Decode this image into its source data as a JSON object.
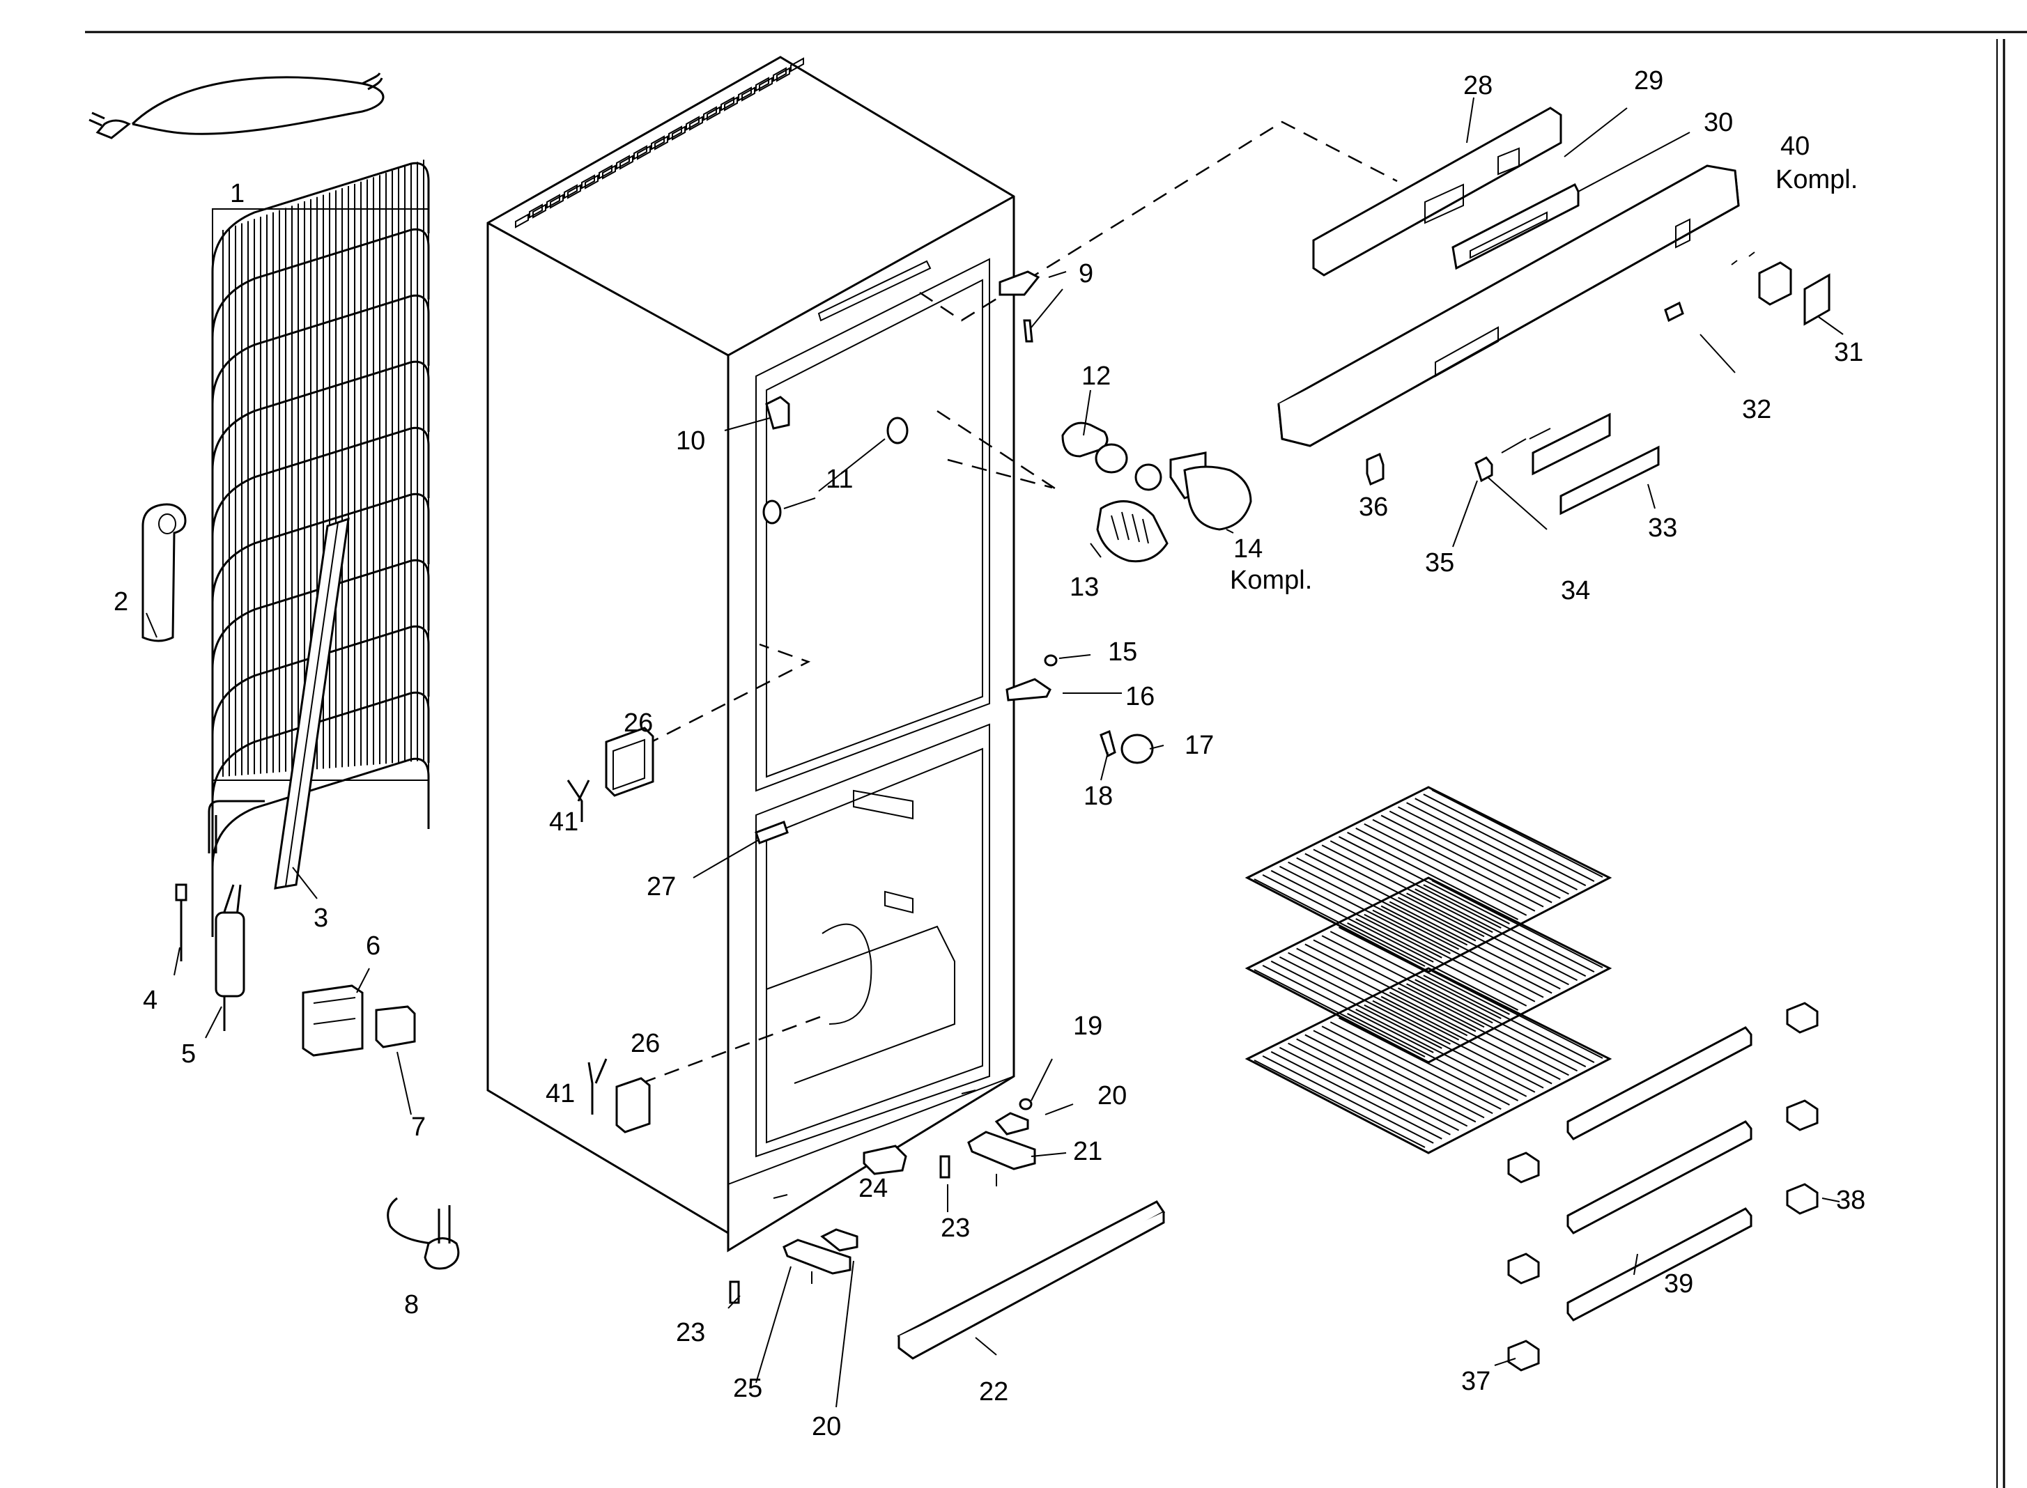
{
  "labels": {
    "p1": "1",
    "p2": "2",
    "p3": "3",
    "p4": "4",
    "p5": "5",
    "p6": "6",
    "p7": "7",
    "p8": "8",
    "p9": "9",
    "p10": "10",
    "p11": "11",
    "p12": "12",
    "p13": "13",
    "p14": "14",
    "p14b": "Kompl.",
    "p15": "15",
    "p16": "16",
    "p17": "17",
    "p18": "18",
    "p19": "19",
    "p20a": "20",
    "p20b": "20",
    "p21": "21",
    "p22": "22",
    "p23a": "23",
    "p23b": "23",
    "p24": "24",
    "p25": "25",
    "p26a": "26",
    "p26b": "26",
    "p27": "27",
    "p28": "28",
    "p29": "29",
    "p30": "30",
    "p31": "31",
    "p32": "32",
    "p33": "33",
    "p34": "34",
    "p35": "35",
    "p36": "36",
    "p37": "37",
    "p38": "38",
    "p39": "39",
    "p40": "40",
    "p40b": "Kompl.",
    "p41a": "41",
    "p41b": "41"
  }
}
